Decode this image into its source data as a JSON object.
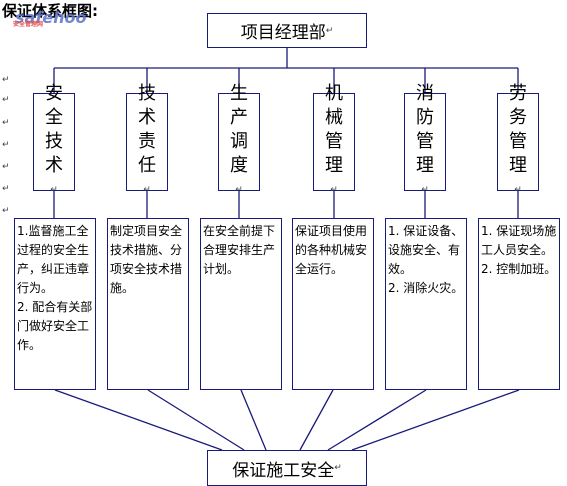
{
  "title": "保证体系框图:",
  "watermark": "safehoo",
  "watermark_sub": "安全管理网",
  "top_node": "项目经理部",
  "bottom_node": "保证施工安全",
  "para_mark": "↵",
  "branches": [
    {
      "label": "安全技术",
      "desc": "1.监督施工全过程的安全生产，纠正违章行为。\n2. 配合有关部门做好安全工作。"
    },
    {
      "label": "技术责任",
      "desc": "制定项目安全技术措施、分项安全技术措施。"
    },
    {
      "label": "生产调度",
      "desc": "在安全前提下合理安排生产计划。"
    },
    {
      "label": "机械管理",
      "desc": "保证项目使用的各种机械安全运行。"
    },
    {
      "label": "消防管理",
      "desc": "1. 保证设备、设施安全、有效。\n2. 消除火灾。"
    },
    {
      "label": "劳务管理",
      "desc": "1. 保证现场施工人员安全。\n2. 控制加班。"
    }
  ],
  "colors": {
    "line": "#1a1a7a",
    "watermark": "#5a72c8"
  }
}
